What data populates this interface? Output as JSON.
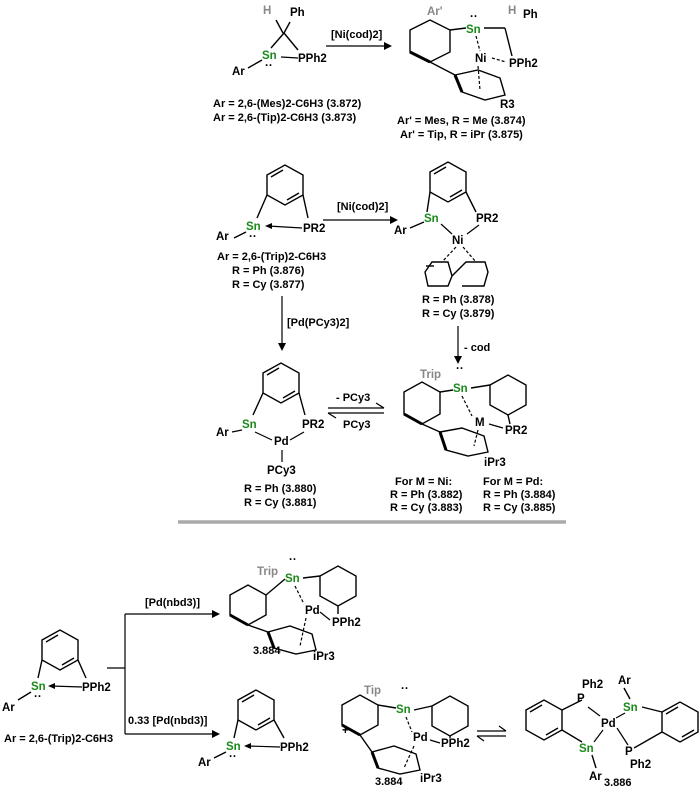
{
  "top": {
    "reagent": "[Ni(cod)2]",
    "ar_def_1": "Ar = 2,6-(Mes)2-C6H3 (3.872)",
    "ar_def_2": "Ar = 2,6-(Tip)2-C6H3 (3.873)",
    "prod_1": "Ar' = Mes, R = Me (3.874)",
    "prod_2": "Ar' = Tip, R = iPr (3.875)"
  },
  "middle": {
    "ni_reagent": "[Ni(cod)2]",
    "pd_reagent": "[Pd(PCy3)2]",
    "ar_def": "Ar = 2,6-(Trip)2-C6H3",
    "r_ph": "R = Ph (3.876)",
    "r_cy": "R = Cy (3.877)",
    "ni_ph": "R = Ph (3.878)",
    "ni_cy": "R = Cy (3.879)",
    "cod_loss": "- cod",
    "pcy_minus": "- PCy3",
    "pcy_plus": "PCy3",
    "pd_ph": "R = Ph (3.880)",
    "pd_cy": "R = Cy (3.881)",
    "for_ni": "For M = Ni:",
    "ni_r_ph": "R = Ph (3.882)",
    "ni_r_cy": "R = Cy (3.883)",
    "for_pd": "For M = Pd:",
    "pd_r_ph": "R = Ph (3.884)",
    "pd_r_cy": "R = Cy (3.885)"
  },
  "bottom": {
    "reagent_a": "[Pd(nbd3)]",
    "reagent_b": "0.33 [Pd(nbd3)]",
    "ar_def": "Ar = 2,6-(Trip)2-C6H3",
    "cmpd_a": "3.884",
    "cmpd_b": "3.884",
    "cmpd_c": "3.886",
    "plus": "+"
  },
  "atoms": {
    "sn": "Sn",
    "ni": "Ni",
    "pd": "Pd",
    "m": "M",
    "ar": "Ar",
    "h": "H",
    "ph": "Ph",
    "pph2": "PPh2",
    "pr2": "PR2",
    "pcy3": "PCy3",
    "p": "P",
    "ph2": "Ph2",
    "trip": "Trip",
    "tip": "Tip",
    "ar_prime": "Ar'",
    "r3": "R3",
    "ipr3": "iPr3",
    "lone_pair": "··"
  }
}
